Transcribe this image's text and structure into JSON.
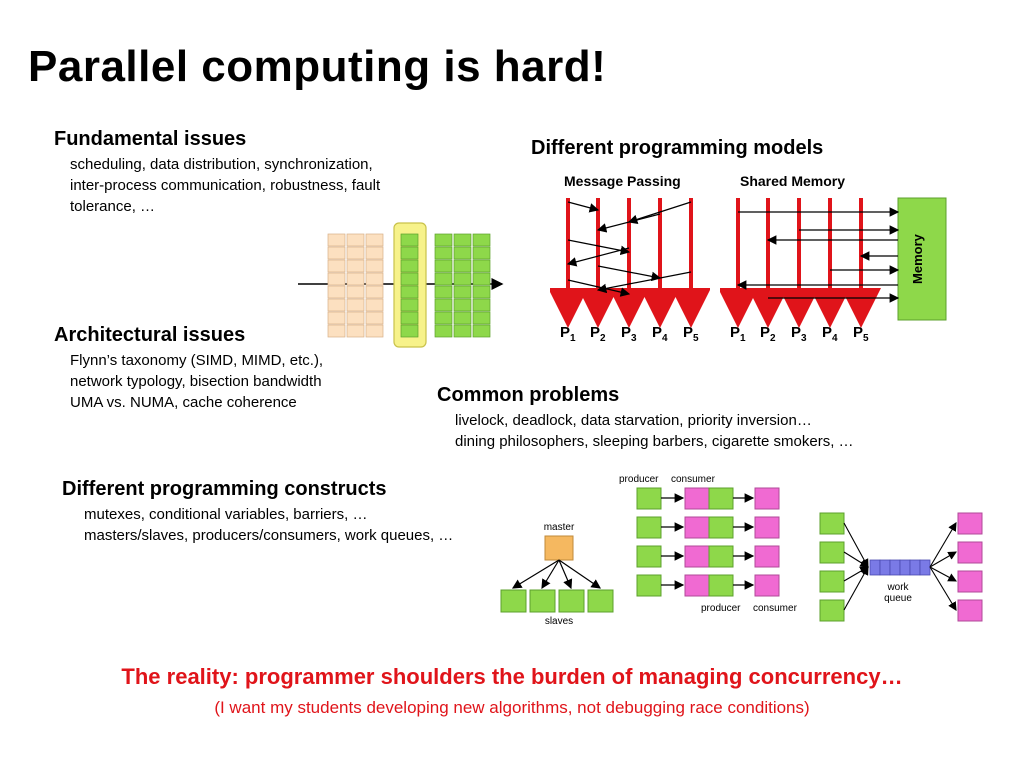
{
  "title": "Parallel computing is hard!",
  "fundamental": {
    "heading": "Fundamental issues",
    "lines": [
      "scheduling, data distribution, synchronization,",
      "inter-process communication, robustness, fault",
      "tolerance, …"
    ]
  },
  "architectural": {
    "heading": "Architectural issues",
    "lines": [
      "Flynn’s taxonomy (SIMD, MIMD, etc.),",
      "network typology, bisection bandwidth",
      "UMA vs. NUMA, cache coherence"
    ]
  },
  "models": {
    "heading": "Different programming models",
    "message_passing": "Message Passing",
    "shared_memory": "Shared Memory",
    "memory_label": "Memory",
    "processors": [
      "1",
      "2",
      "3",
      "4",
      "5"
    ],
    "processor_prefix": "P"
  },
  "common": {
    "heading": "Common problems",
    "lines": [
      "livelock, deadlock, data starvation, priority inversion…",
      "dining philosophers, sleeping barbers, cigarette smokers, …"
    ]
  },
  "constructs": {
    "heading": "Different programming constructs",
    "lines": [
      "mutexes, conditional variables, barriers, …",
      "masters/slaves, producers/consumers, work queues, …"
    ]
  },
  "diagrams": {
    "master": "master",
    "slaves": "slaves",
    "producer_top": "producer",
    "consumer_top": "consumer",
    "producer_bottom": "producer",
    "consumer_bottom": "consumer",
    "work_queue_1": "work",
    "work_queue_2": "queue"
  },
  "reality": {
    "main": "The reality: programmer shoulders the burden of managing concurrency…",
    "sub": "(I want my students developing new algorithms, not debugging race conditions)"
  },
  "colors": {
    "red": "#e0141a",
    "green": "#8ed84a",
    "pink": "#f06ad2",
    "orange": "#f5b860",
    "purple": "#7a7ae6",
    "peach": "#fce0c0",
    "yellow": "#f7f28a"
  }
}
